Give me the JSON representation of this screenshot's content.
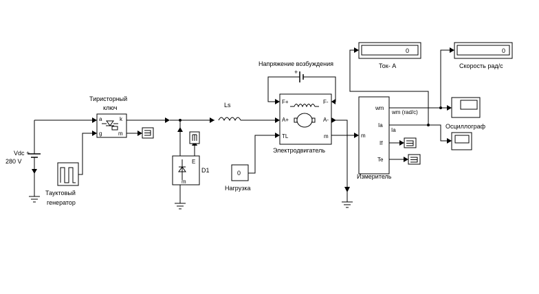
{
  "labels": {
    "vdc_line1": "Vdc +",
    "vdc_line2": "280 V",
    "thyristor_title_1": "Тиристорный",
    "thyristor_title_2": "ключ",
    "pulse_gen_1": "Тауктовый",
    "pulse_gen_2": "генератор",
    "ls": "Ls",
    "diode": "D1",
    "exc_voltage": "Напряжение возбуждения",
    "plus": "+",
    "motor_name": "Электродвигатель",
    "load_name": "Нагрузка",
    "load_value": "0",
    "meter_name": "Измеритель",
    "current_label": "Ток- А",
    "current_value": "0",
    "speed_label": "Скорость рад/с",
    "speed_value": "0",
    "scope_label": "Осциллограф",
    "wm_signal": "wm (rad/c)",
    "ia_signal": "Ia"
  },
  "ports": {
    "thy_a": "a",
    "thy_g": "g",
    "thy_k": "k",
    "thy_m": "m",
    "diode_e": "E",
    "diode_m": "m",
    "motor_fplus": "F+",
    "motor_fminus": "F-",
    "motor_aplus": "A+",
    "motor_aminus": "A-",
    "motor_tl": "TL",
    "motor_m": "m",
    "meter_m": "m",
    "meter_wm": "wm",
    "meter_ia": "Ia",
    "meter_if": "If",
    "meter_te": "Te"
  }
}
